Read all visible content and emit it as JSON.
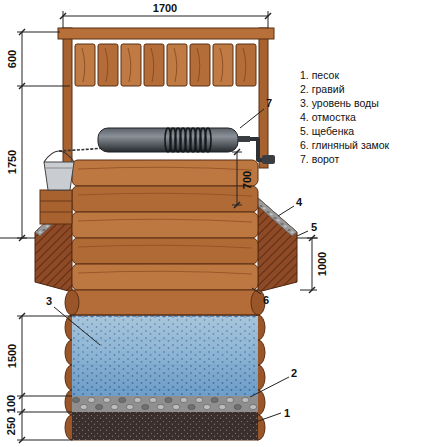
{
  "diagram": {
    "labels": [
      "1700",
      "600",
      "1750",
      "700",
      "1000",
      "1500",
      "100",
      "250",
      "1",
      "2",
      "3",
      "4",
      "5",
      "6",
      "7",
      "1. песок",
      "2. гравий",
      "3. уровень воды",
      "4. отмостка",
      "5. щебенка",
      "6. глиняный замок",
      "7. ворот"
    ]
  }
}
